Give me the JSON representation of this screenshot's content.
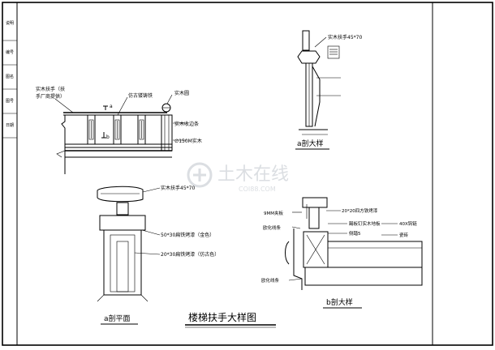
{
  "title_block": {
    "left_strip_labels": [
      "说明",
      "编号",
      "图名",
      "图号",
      "日期"
    ]
  },
  "drawing_title": "楼梯扶手大样图",
  "views": {
    "elevation": {
      "labels": {
        "handrail": "实木扶手（扶\n手厂商提供）",
        "baluster": "仿古镂铸铁",
        "wood_circle": "实木圆",
        "mark_a": "a",
        "mark_b": "b",
        "edge_strip": "实木收边条",
        "post": "∅150M实木"
      }
    },
    "section_a": {
      "caption": "a剖大样",
      "labels": {
        "handrail": "实木扶手45*70"
      }
    },
    "plan_a": {
      "caption": "a剖平面",
      "labels": {
        "handrail": "实木扶手45*70",
        "flat_steel_gold": "50*30扁铁烤漆（金色）",
        "flat_steel_antique": "20*30扁铁烤漆（仿古色）"
      }
    },
    "section_b": {
      "caption": "b剖大样",
      "labels": {
        "plywood": "9MM夹板",
        "euro_trim_top": "欧化线条",
        "square_steel": "20*20四方铁烤漆",
        "floor": "踢板钉实木地板",
        "side_board": "侧踏5",
        "riser_chain": "40X钩链",
        "tile": "瓷砖",
        "euro_trim_bottom": "欧化线条"
      }
    }
  },
  "watermark": {
    "brand": "土木在线",
    "url": "COI88.COM"
  }
}
